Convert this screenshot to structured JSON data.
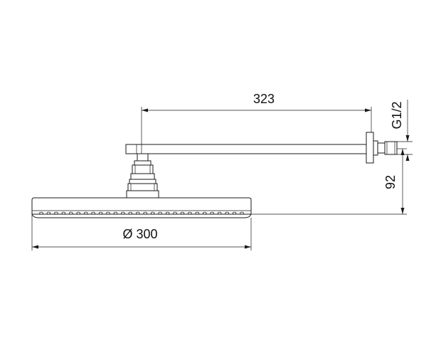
{
  "drawing": {
    "dimensions": {
      "arm_length": "323",
      "thread": "G1/2",
      "height": "92",
      "diameter": "Ø 300"
    }
  }
}
